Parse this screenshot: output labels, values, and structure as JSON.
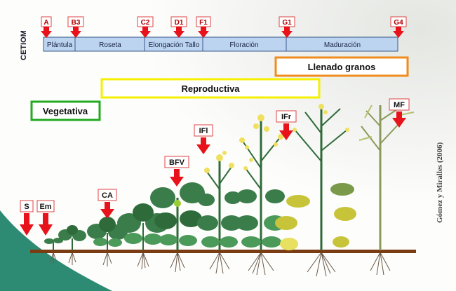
{
  "scale_title": "CETIOM",
  "bbch_codes": [
    {
      "code": "A"
    },
    {
      "code": "B3"
    },
    {
      "code": "C2"
    },
    {
      "code": "D1"
    },
    {
      "code": "F1"
    },
    {
      "code": "G1"
    },
    {
      "code": "G4"
    }
  ],
  "growth_stages": [
    {
      "label": "Plántula"
    },
    {
      "label": "Roseta"
    },
    {
      "label": "Elongación Tallo"
    },
    {
      "label": "Floración"
    },
    {
      "label": "Maduración"
    }
  ],
  "phases": {
    "grain_fill": "Llenado granos",
    "reproductive": "Reproductiva",
    "vegetative": "Vegetativa"
  },
  "plant_markers": [
    {
      "label": "S"
    },
    {
      "label": "Em"
    },
    {
      "label": "CA"
    },
    {
      "label": "BFV"
    },
    {
      "label": "IFl"
    },
    {
      "label": "IFr"
    },
    {
      "label": "MF"
    }
  ],
  "credit": "Gómez y Miralles (2006)",
  "colors": {
    "arrow_red": "#e8121b",
    "timeline_fill": "#bcd4f0",
    "timeline_border": "#3a5a8a",
    "grain_fill_border": "#f08c1e",
    "reproductive_border": "#f4f000",
    "vegetative_border": "#22aa22",
    "ground": "#7a3c12",
    "leaf": "#3b7d4a",
    "flower": "#f0e060",
    "corner_band": "#2e8b73"
  }
}
